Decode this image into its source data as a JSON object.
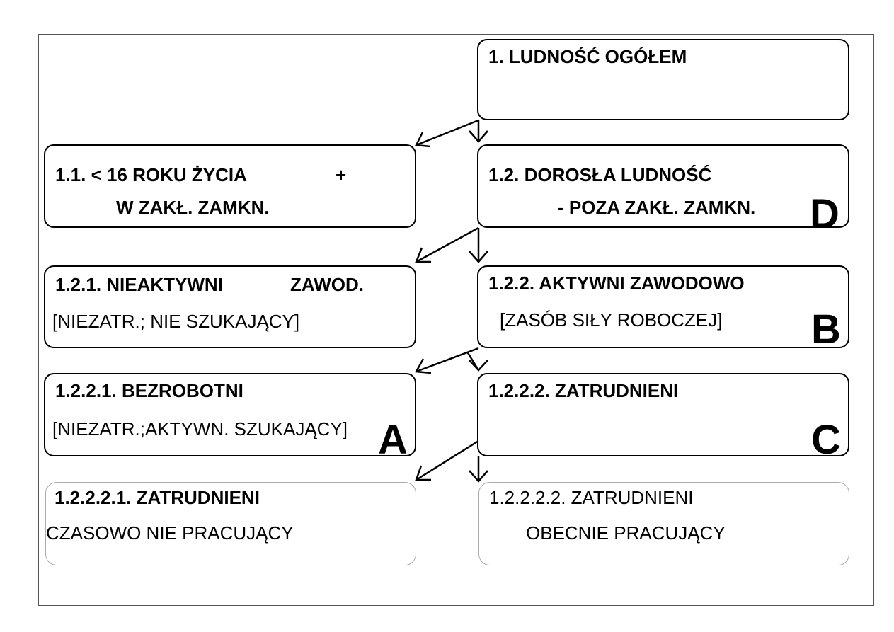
{
  "nodes": {
    "n1": {
      "line1": "1. LUDNOŚĆ OGÓŁEM"
    },
    "n11": {
      "line1": "1.1. < 16 ROKU ŻYCIA",
      "plus": "+",
      "line2": "W ZAKŁ. ZAMKN."
    },
    "n12": {
      "line1": "1.2. DOROSŁA LUDNOŚĆ",
      "line2": "- POZA ZAKŁ. ZAMKN.",
      "letter": "D"
    },
    "n121": {
      "line1": "1.2.1. NIEAKTYWNI",
      "line1b": "ZAWOD.",
      "line2": "[NIEZATR.; NIE SZUKAJĄCY]"
    },
    "n122": {
      "line1": "1.2.2. AKTYWNI ZAWODOWO",
      "line2": "[ZASÓB SIŁY ROBOCZEJ]",
      "letter": "B"
    },
    "n1221": {
      "line1": "1.2.2.1. BEZROBOTNI",
      "line2": "[NIEZATR.;AKTYWN. SZUKAJĄCY]",
      "letter": "A"
    },
    "n1222": {
      "line1": "1.2.2.2. ZATRUDNIENI",
      "letter": "C"
    },
    "n12221": {
      "line1": "1.2.2.2.1. ZATRUDNIENI",
      "line2": "CZASOWO NIE PRACUJĄCY"
    },
    "n12222": {
      "line1": "1.2.2.2.2. ZATRUDNIENI",
      "line2": "OBECNIE PRACUJĄCY"
    }
  }
}
